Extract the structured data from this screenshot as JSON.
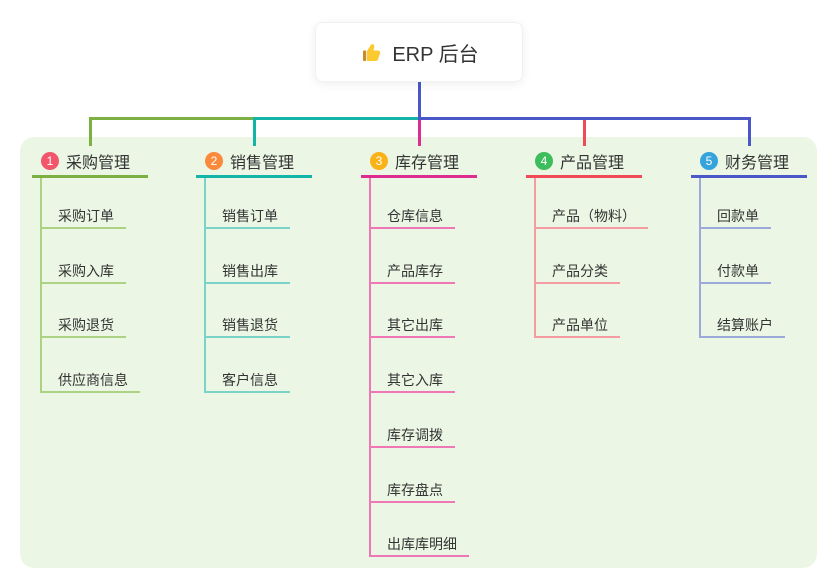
{
  "root": {
    "label": "ERP 后台",
    "icon": "thumbs-up"
  },
  "colors": {
    "page_background": "#ffffff",
    "panel_background": "#EBF7E4",
    "trunk_line": "#4A57C8",
    "text": "#333333"
  },
  "branches": [
    {
      "index": "1",
      "label": "采购管理",
      "badge_color": "#F2566B",
      "line_color": "#7CB043",
      "child_line_color": "#ACD284",
      "children": [
        "采购订单",
        "采购入库",
        "采购退货",
        "供应商信息"
      ]
    },
    {
      "index": "2",
      "label": "销售管理",
      "badge_color": "#FB8A3C",
      "line_color": "#13B5A8",
      "child_line_color": "#79D3C8",
      "children": [
        "销售订单",
        "销售出库",
        "销售退货",
        "客户信息"
      ]
    },
    {
      "index": "3",
      "label": "库存管理",
      "badge_color": "#F9B218",
      "line_color": "#DD2D90",
      "child_line_color": "#F077B6",
      "children": [
        "仓库信息",
        "产品库存",
        "其它出库",
        "其它入库",
        "库存调拨",
        "库存盘点",
        "出库库明细"
      ]
    },
    {
      "index": "4",
      "label": "产品管理",
      "badge_color": "#3DBD5B",
      "line_color": "#EF4A56",
      "child_line_color": "#F59CA2",
      "children": [
        "产品（物料）",
        "产品分类",
        "产品单位"
      ]
    },
    {
      "index": "5",
      "label": "财务管理",
      "badge_color": "#35A3DC",
      "line_color": "#4A57C8",
      "child_line_color": "#9BAADB",
      "children": [
        "回款单",
        "付款单",
        "结算账户"
      ]
    }
  ]
}
